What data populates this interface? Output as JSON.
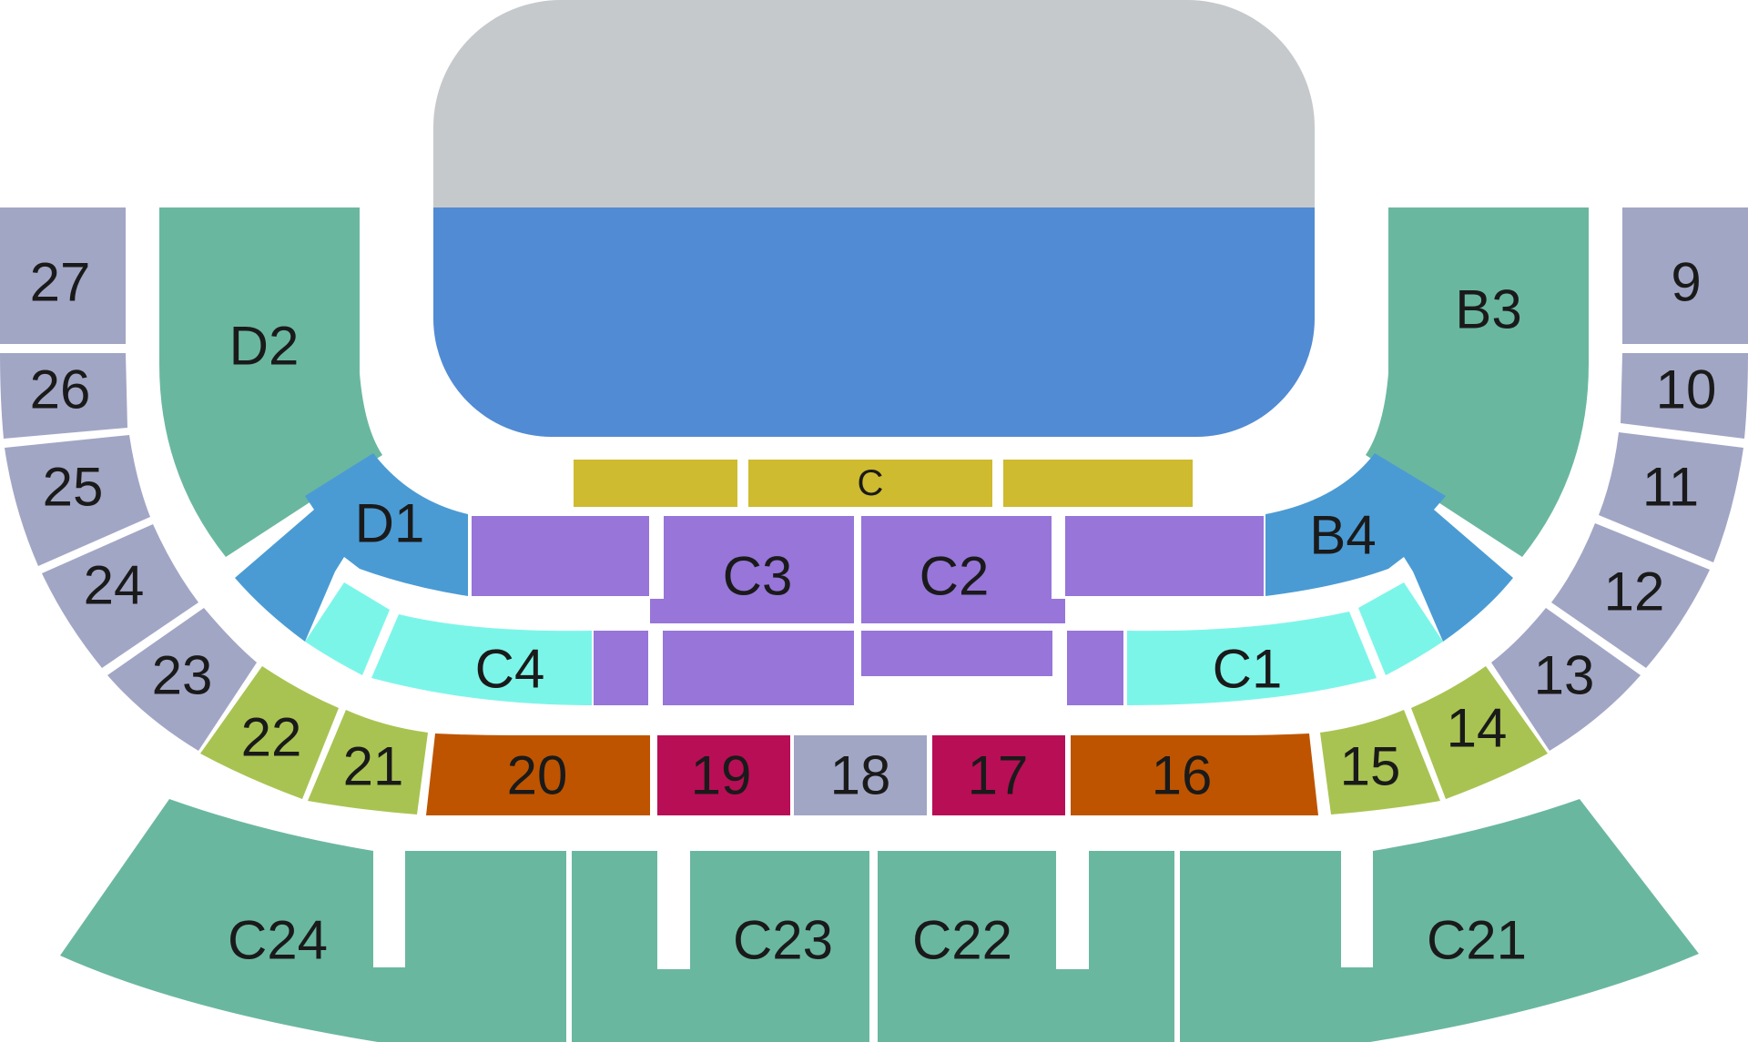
{
  "colors": {
    "stage_top": "#c5c9cc",
    "stage_floor": "#518bd3",
    "green": "#6ab7a0",
    "lavender": "#a2a6c5",
    "blue": "#4a9bd4",
    "purple": "#9775d9",
    "cyan": "#7cf5e9",
    "gold": "#cebb2f",
    "lime": "#a8c351",
    "orange": "#be5400",
    "crimson": "#b80e55",
    "stage_label": "#ffffff"
  },
  "sections": {
    "c": "C",
    "c1": "C1",
    "c2": "C2",
    "c3": "C3",
    "c4": "C4",
    "d1": "D1",
    "d2": "D2",
    "b3": "B3",
    "b4": "B4",
    "s9": "9",
    "s10": "10",
    "s11": "11",
    "s12": "12",
    "s13": "13",
    "s14": "14",
    "s15": "15",
    "s16": "16",
    "s17": "17",
    "s18": "18",
    "s19": "19",
    "s20": "20",
    "s21": "21",
    "s22": "22",
    "s23": "23",
    "s24": "24",
    "s25": "25",
    "s26": "26",
    "s27": "27",
    "c21": "C21",
    "c22": "C22",
    "c23": "C23",
    "c24": "C24"
  }
}
